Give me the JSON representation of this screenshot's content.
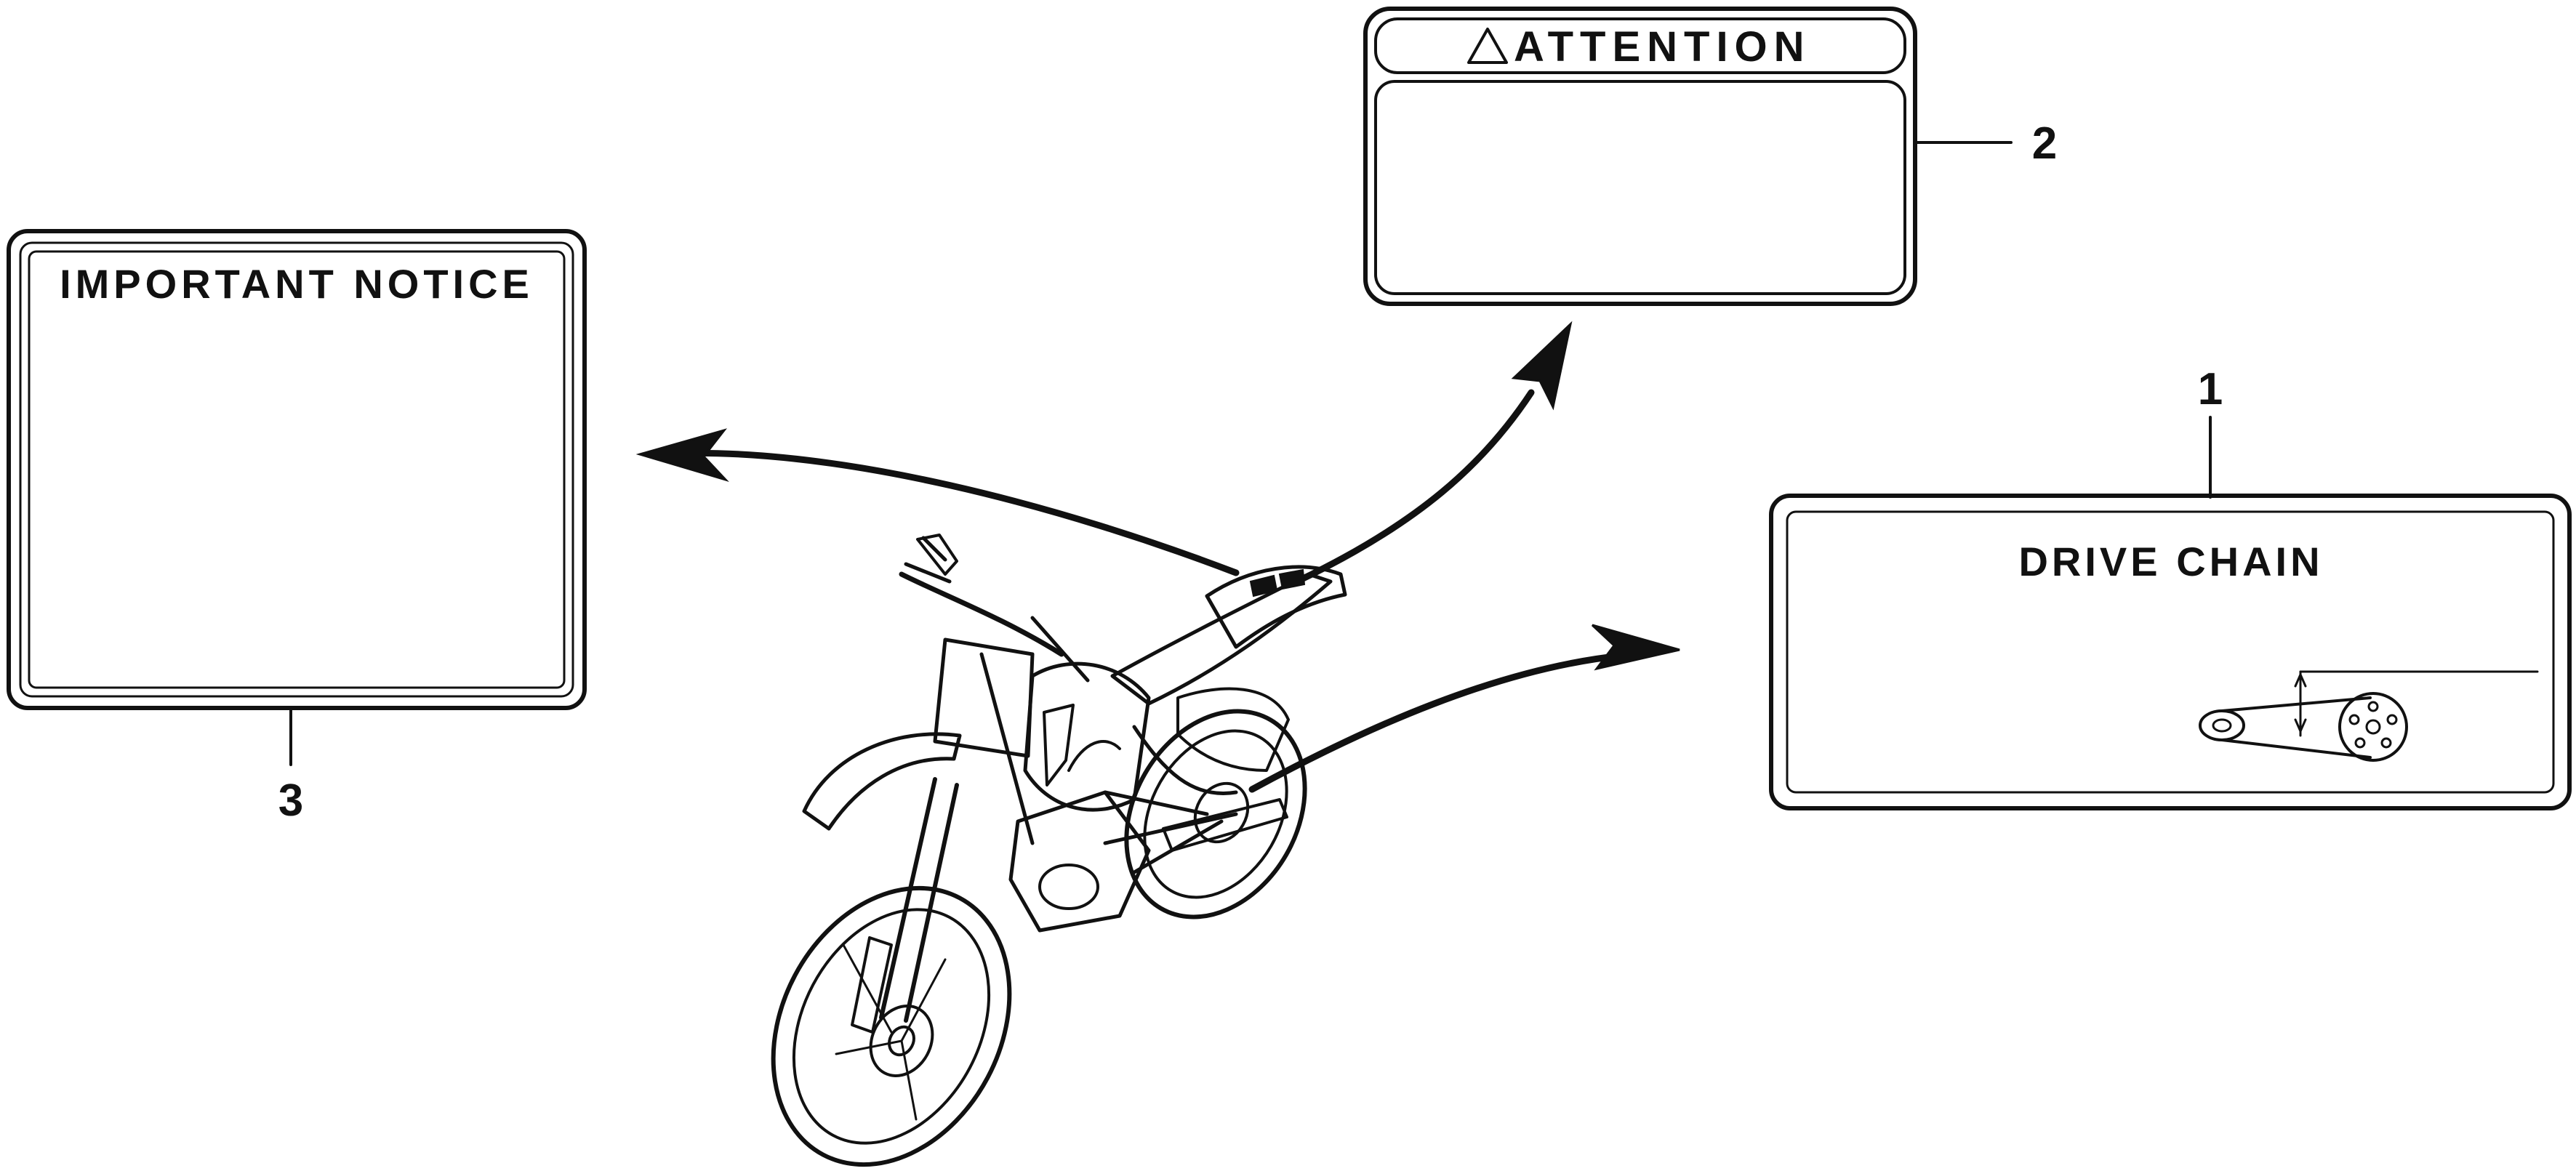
{
  "labels": {
    "important_notice": {
      "callout": "3",
      "title": "IMPORTANT NOTICE"
    },
    "attention": {
      "callout": "2",
      "symbol": "warning-triangle-icon",
      "title": "ATTENTION"
    },
    "drive_chain": {
      "callout": "1",
      "title": "DRIVE CHAIN"
    }
  },
  "colors": {
    "ink": "#111111",
    "paper": "#ffffff"
  }
}
